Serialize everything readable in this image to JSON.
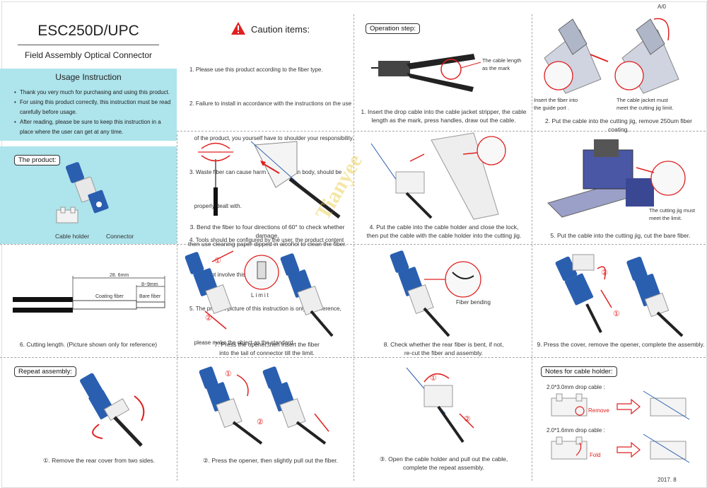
{
  "header": {
    "version": "A/0",
    "date": "2017. 8",
    "watermark": "Tianyee"
  },
  "left": {
    "model": "ESC250D/UPC",
    "subtitle": "Field Assembly Optical Connector",
    "usage_title": "Usage Instruction",
    "usage_items": [
      "Thank you very much for purchasing and using this product.",
      "For using this product correctly, this instruction must be read carefully before usage.",
      "After reading, please be sure to keep this instruction in a place where the user can get at any time."
    ],
    "product_label": "The product:",
    "product_parts": [
      "Cable holder",
      "Connector"
    ]
  },
  "caution": {
    "title": "Caution items:",
    "items": [
      "1. Please use this product according to the fiber type.",
      "2. Failure to install in accordance with the instructions on the use",
      "   of the product, you yourself have to shoulder your responsibility.",
      "3. Waste fiber can cause harm to the human body, should be",
      "   properly dealt with.",
      "4. Tools should be configured by the user, the product content",
      "   does not involve this."
    ],
    "red_items": [
      "5. The product picture of this instruction is only for reference,",
      "   please make the object as the standard."
    ]
  },
  "operation": {
    "label": "Operation step:",
    "step1_note": [
      "The cable length",
      "as the mark"
    ],
    "step1": [
      "1. Insert the drop cable into the cable jacket stripper, the cable",
      "length as the mark, press handles, draw out the cable."
    ],
    "step2_notes": [
      [
        "Insert the fiber into",
        "the guide port ."
      ],
      [
        "The cable jacket must",
        "meet the cutting jig limit."
      ]
    ],
    "step2": "2. Put the cable into the cutting jig, remove 250um fiber coating.",
    "step3": [
      "3. Bend the fiber to four directions of 60° to check whether damage,",
      "then use cleaning paper dipped in alcohol to clean the fiber."
    ],
    "step4": [
      "4. Put the cable into the cable holder and close the lock,",
      "then put the cable with the cable holder into the cutting jig."
    ],
    "step5_note": [
      "The cutting jig must",
      "meet the limit."
    ],
    "step5": "5. Put the cable into the cutting jig, cut the bare fiber.",
    "step6_dims": {
      "total": "28. 6mm",
      "bare": "8~9mm",
      "coating_label": "Coating fiber",
      "bare_label": "Bare fiber"
    },
    "step6": "6. Cutting length. (Picture shown only for reference)",
    "step7_limit": "Limit",
    "step7": [
      "7. Press the opener,then insert the fiber",
      "into the tail of connector till the limit."
    ],
    "step8_note": "Fiber bending",
    "step8": [
      "8. Check whether the rear fiber is bent, if not,",
      "re-cut the fiber and assembly."
    ],
    "step9": "9. Press the cover, remove the opener, complete the assembly."
  },
  "repeat": {
    "label": "Repeat assembly:",
    "r1": "①. Remove the rear cover from two sides.",
    "r2": "②. Press the opener, then slightly pull out the fiber.",
    "r3": [
      "③. Open the cable holder and pull out the cable,",
      "complete the repeat assembly."
    ]
  },
  "notes": {
    "label": "Notes for cable holder:",
    "c1": "2.0*3.0mm drop cable :",
    "c1_action": "Remove",
    "c2": "2.0*1.6mm drop cable :",
    "c2_action": "Fold"
  },
  "marks": {
    "one": "①",
    "two": "②"
  },
  "colors": {
    "cyan": "#aee4ec",
    "red": "#e02020",
    "blue": "#2a5fb0"
  }
}
